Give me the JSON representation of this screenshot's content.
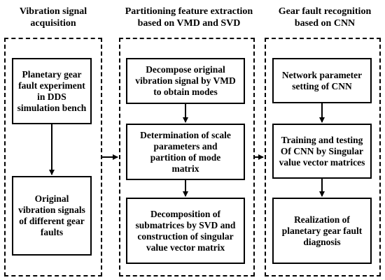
{
  "columns": [
    {
      "header": [
        "Vibration signal",
        "acquisition"
      ],
      "boxes": [
        [
          "Planetary gear",
          "fault experiment",
          "in DDS",
          "simulation bench"
        ],
        [
          "Original",
          "vibration signals",
          "of different gear",
          "faults"
        ]
      ]
    },
    {
      "header": [
        "Partitioning feature extraction",
        "based on VMD and SVD"
      ],
      "boxes": [
        [
          "Decompose original",
          "vibration signal by VMD",
          "to obtain modes"
        ],
        [
          "Determination of scale",
          "parameters and",
          "partition of  mode",
          "matrix"
        ],
        [
          "Decomposition of",
          "submatrices by SVD and",
          "construction of  singular",
          "value vector matrix"
        ]
      ]
    },
    {
      "header": [
        "Gear fault recognition",
        "based on CNN"
      ],
      "boxes": [
        [
          "Network parameter",
          "setting of CNN"
        ],
        [
          "Training and testing",
          "Of CNN by Singular",
          "value vector matrices"
        ],
        [
          "Realization of",
          "planetary gear fault",
          "diagnosis"
        ]
      ]
    }
  ]
}
